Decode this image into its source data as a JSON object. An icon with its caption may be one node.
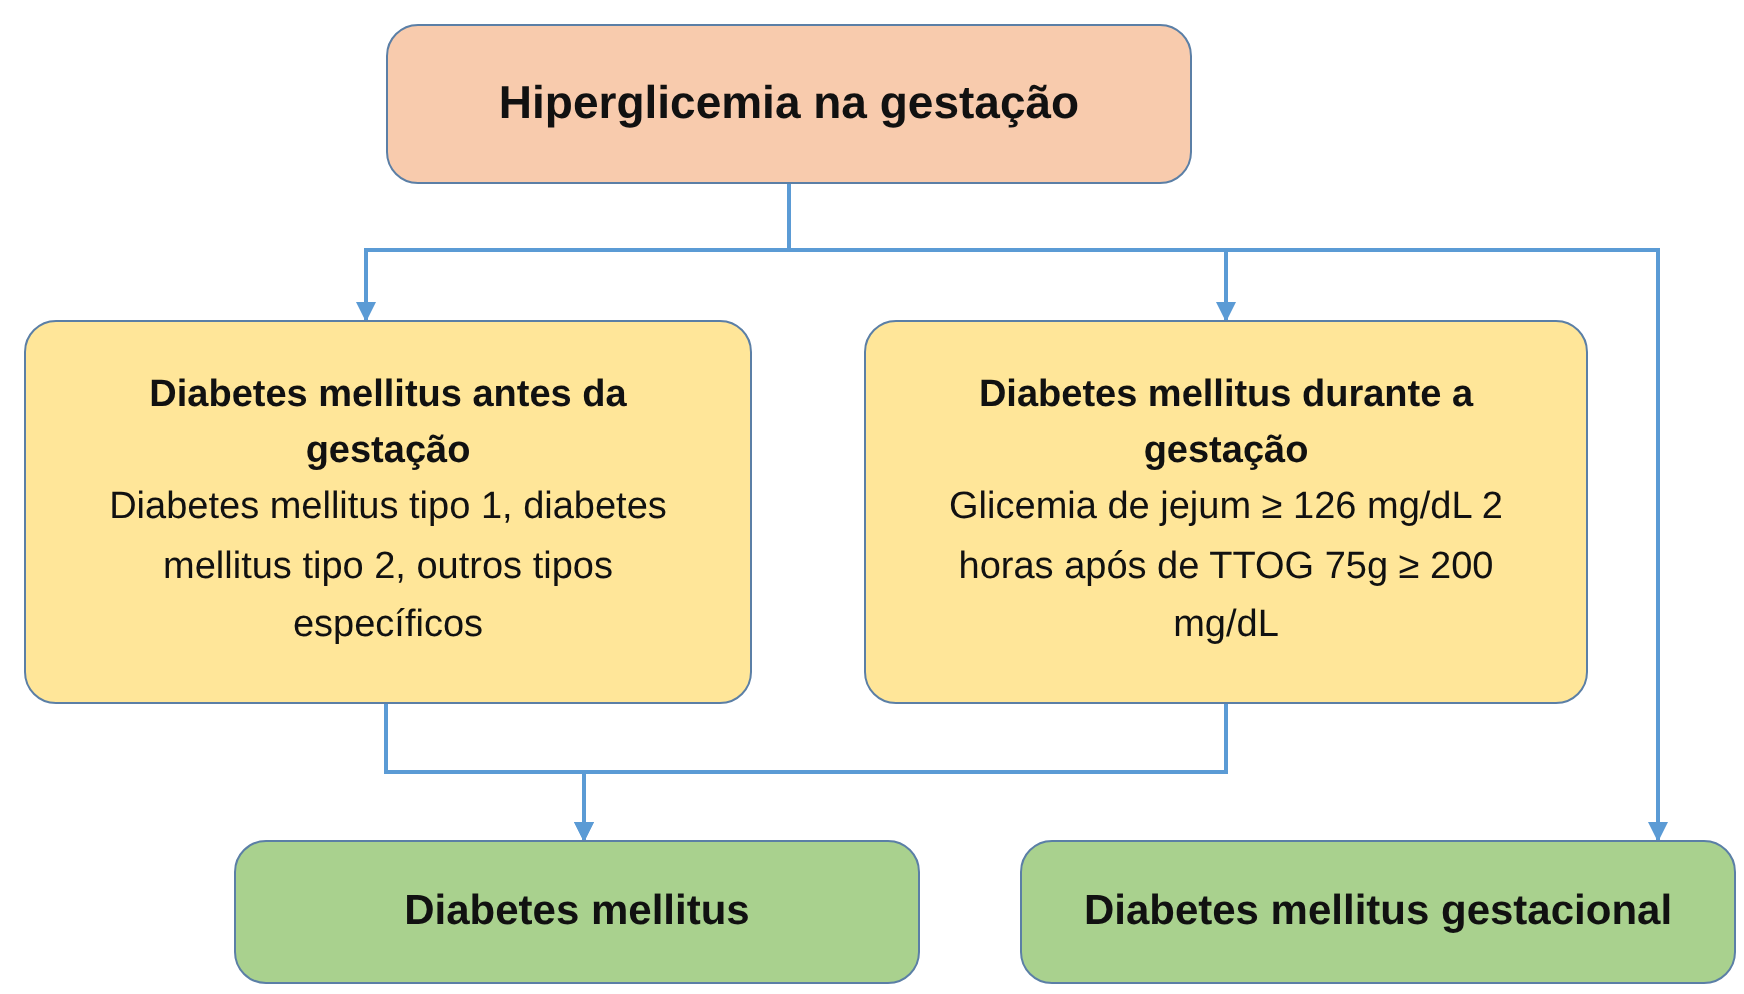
{
  "diagram": {
    "nodes": [
      {
        "text": [
          "Hiperglicemia na gestação"
        ]
      },
      {
        "text": [
          "Diabetes mellitus antes da gestação",
          "Diabetes mellitus tipo 1, diabetes mellitus tipo 2, outros tipos específicos"
        ]
      },
      {
        "text": [
          "Diabetes mellitus durante a gestação",
          "Glicemia de jejum ≥ 126 mg/dL 2 horas após de TTOG 75g ≥ 200 mg/dL"
        ]
      },
      {
        "text": [
          "Diabetes mellitus"
        ]
      },
      {
        "text": [
          "Diabetes mellitus gestacional"
        ]
      }
    ],
    "edges": [
      {
        "from": 0,
        "to": 1,
        "arrow": "to"
      },
      {
        "from": 0,
        "to": 2,
        "arrow": "to"
      },
      {
        "from": 0,
        "to": 4,
        "arrow": "to"
      },
      {
        "from": 1,
        "to": 3,
        "arrow": "to"
      },
      {
        "from": 2,
        "to": 3,
        "arrow": "to"
      }
    ]
  }
}
